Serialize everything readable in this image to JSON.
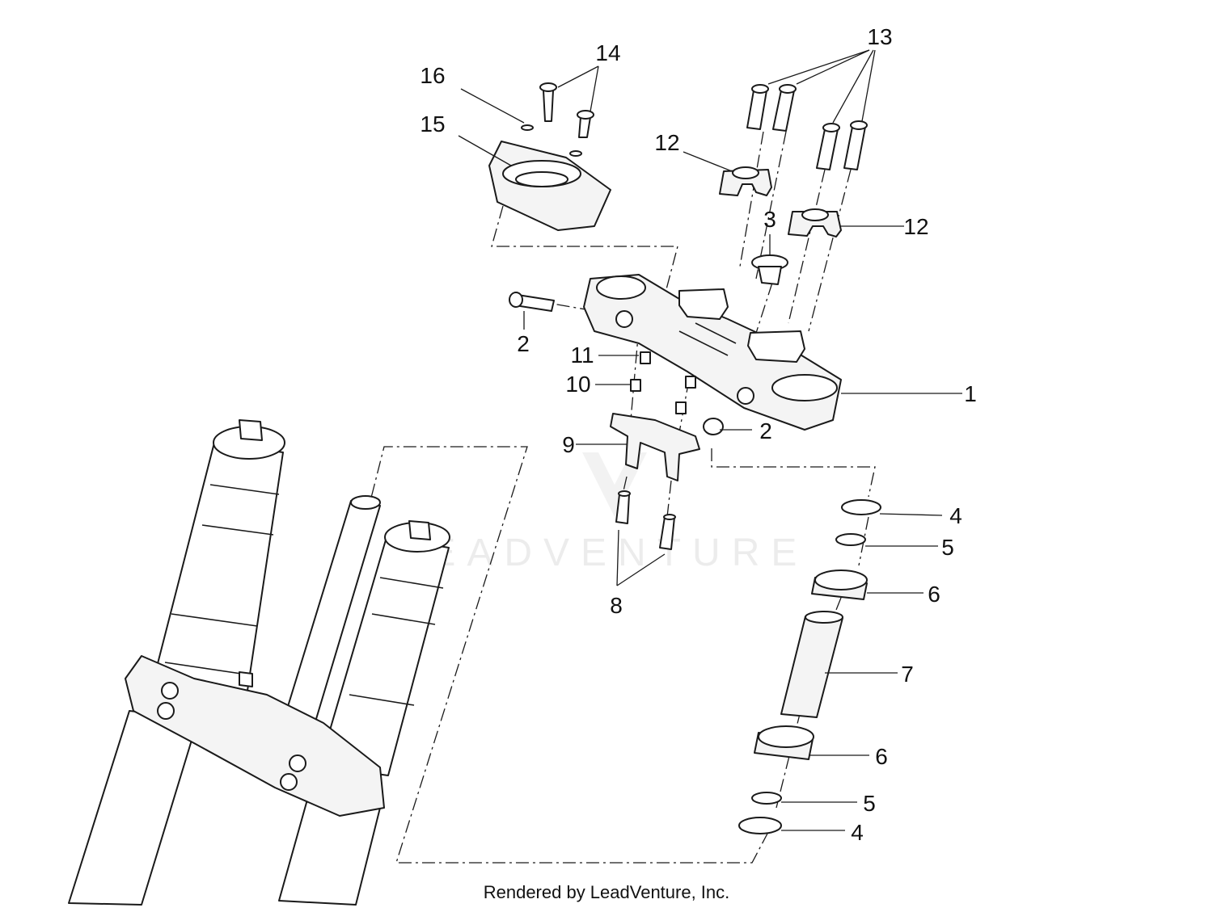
{
  "callouts": {
    "c1": "1",
    "c2a": "2",
    "c2b": "2",
    "c3": "3",
    "c4a": "4",
    "c4b": "4",
    "c5a": "5",
    "c5b": "5",
    "c6a": "6",
    "c6b": "6",
    "c7": "7",
    "c8": "8",
    "c9": "9",
    "c10": "10",
    "c11": "11",
    "c12a": "12",
    "c12b": "12",
    "c13": "13",
    "c14": "14",
    "c15": "15",
    "c16": "16"
  },
  "watermark": "LEADVENTURE",
  "footer": "Rendered by LeadVenture, Inc."
}
